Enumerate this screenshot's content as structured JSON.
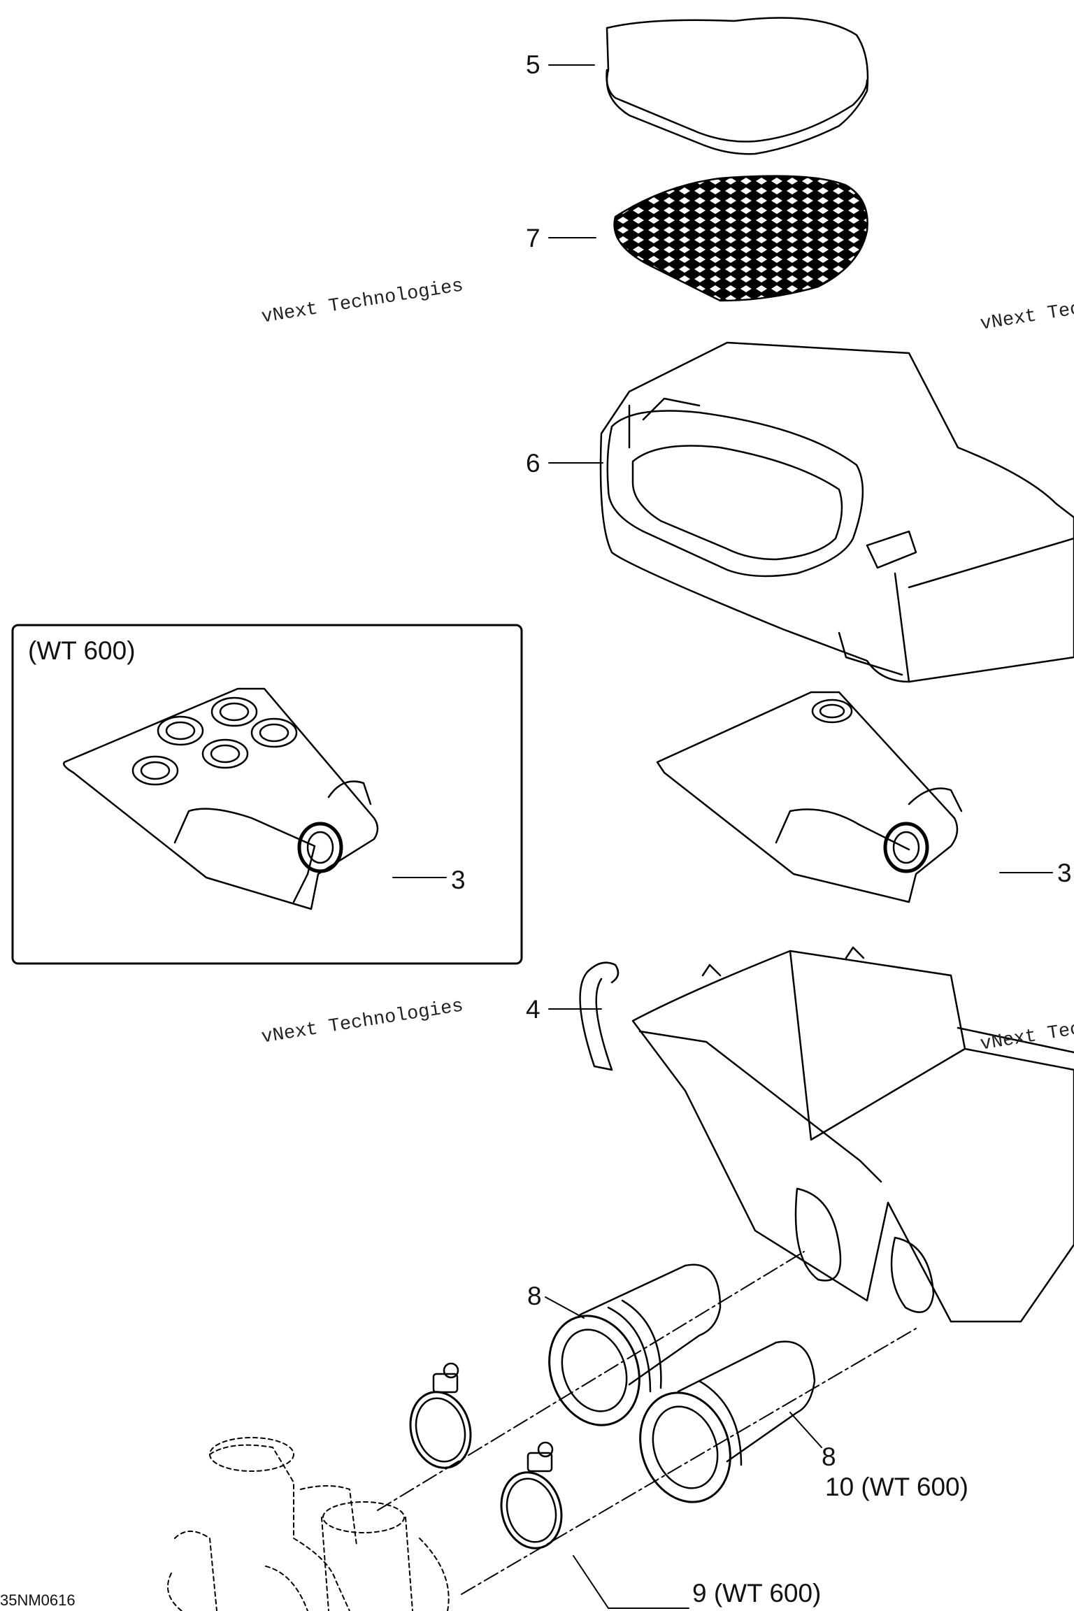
{
  "callouts": {
    "c5": "5",
    "c7": "7",
    "c6": "6",
    "c3_inset": "3",
    "c3_main": "3",
    "c4": "4",
    "c8_top": "8",
    "c8_bottom": "8",
    "c10": "10 (WT 600)",
    "c9": "9 (WT 600)"
  },
  "inset": {
    "title": "(WT 600)"
  },
  "figure_code": "35NM0616",
  "watermark": {
    "line1": "vNext",
    "line2": "vNext Technologies",
    "line3": "Technologies"
  },
  "colors": {
    "line": "#000000",
    "watermark": "#8a8a8a"
  }
}
